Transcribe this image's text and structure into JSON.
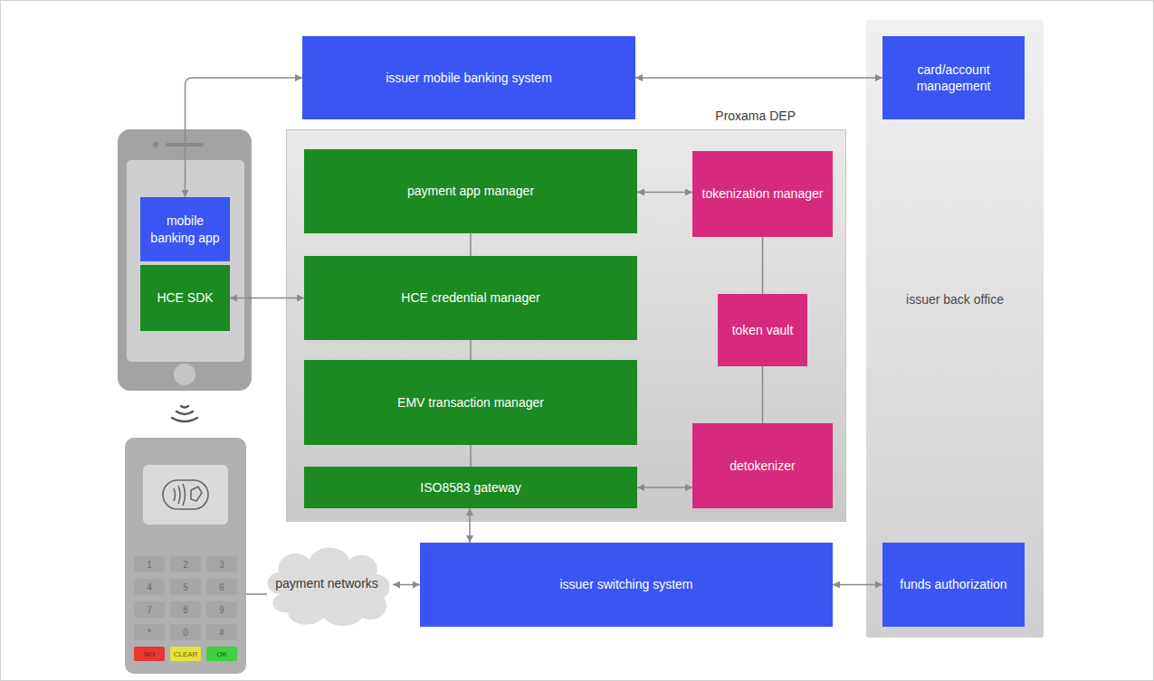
{
  "diagram": {
    "nodes": [
      {
        "text": [
          "mobile banking app"
        ]
      },
      {
        "text": [
          "HCE SDK"
        ]
      },
      {
        "text": [
          "issuer mobile banking system"
        ]
      },
      {
        "text": [
          "Proxama DEP"
        ]
      },
      {
        "text": [
          "payment app manager"
        ],
        "in": 3
      },
      {
        "text": [
          "HCE credential manager"
        ],
        "in": 3
      },
      {
        "text": [
          "EMV transaction manager"
        ],
        "in": 3
      },
      {
        "text": [
          "ISO8583 gateway"
        ],
        "in": 3
      },
      {
        "text": [
          "tokenization manager"
        ],
        "in": 3
      },
      {
        "text": [
          "token vault"
        ],
        "in": 3
      },
      {
        "text": [
          "detokenizer"
        ],
        "in": 3
      },
      {
        "text": [
          "issuer back office"
        ]
      },
      {
        "text": [
          "card/account management"
        ],
        "in": 11
      },
      {
        "text": [
          "funds authorization"
        ],
        "in": 11
      },
      {
        "text": [
          "payment networks"
        ]
      },
      {
        "text": [
          "issuer switching system"
        ]
      }
    ],
    "edges": [
      {
        "from": 0,
        "to": 2,
        "arrow": "both"
      },
      {
        "from": 2,
        "to": 12,
        "arrow": "both"
      },
      {
        "from": 4,
        "to": 8,
        "arrow": "both"
      },
      {
        "from": 4,
        "to": 5,
        "arrow": "none"
      },
      {
        "from": 1,
        "to": 5,
        "arrow": "both"
      },
      {
        "from": 5,
        "to": 6,
        "arrow": "none"
      },
      {
        "from": 6,
        "to": 7,
        "arrow": "none"
      },
      {
        "from": 8,
        "to": 9,
        "arrow": "none"
      },
      {
        "from": 9,
        "to": 10,
        "arrow": "none"
      },
      {
        "from": 7,
        "to": 10,
        "arrow": "both"
      },
      {
        "from": 7,
        "to": 15,
        "arrow": "both"
      },
      {
        "from": 14,
        "to": 15,
        "arrow": "both"
      },
      {
        "from": 15,
        "to": 13,
        "arrow": "both"
      }
    ],
    "labels": [
      "1",
      "2",
      "3",
      "4",
      "5",
      "6",
      "7",
      "8",
      "9",
      "*",
      "0",
      "#",
      "NO",
      "CLEAR",
      "OK"
    ]
  }
}
